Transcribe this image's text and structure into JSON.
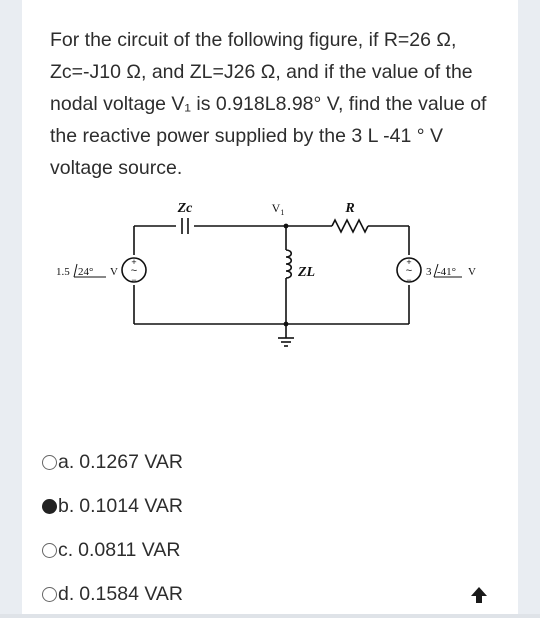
{
  "question": {
    "text": "For the circuit of the following figure, if R=26 Ω, Zc=-J10 Ω, and ZL=J26 Ω, and if the value of the nodal voltage V₁ is 0.918L8.98° V, find the value of the reactive power supplied by the 3 L -41 ° V voltage source."
  },
  "circuit": {
    "zc_label": "Zc",
    "v1_label": "V",
    "v1_sub": "1",
    "r_label": "R",
    "zl_label": "ZL",
    "left_source_value": "1.5",
    "left_source_angle": "24°",
    "left_source_unit": "V",
    "right_source_value": "3",
    "right_source_angle": "-41°",
    "right_source_unit": "V",
    "plus_sign": "+",
    "minus_sign": "−",
    "tilde": "~"
  },
  "options": [
    {
      "letter": "a.",
      "text": "0.1267 VAR",
      "selected": false
    },
    {
      "letter": "b.",
      "text": "0.1014 VAR",
      "selected": true
    },
    {
      "letter": "c.",
      "text": "0.0811 VAR",
      "selected": false
    },
    {
      "letter": "d.",
      "text": "0.1584 VAR",
      "selected": false
    }
  ],
  "colors": {
    "text": "#2d2d2d",
    "wire": "#111111",
    "selected_radio": "#222222"
  },
  "icons": {
    "scroll_top": "arrow-up-icon"
  }
}
